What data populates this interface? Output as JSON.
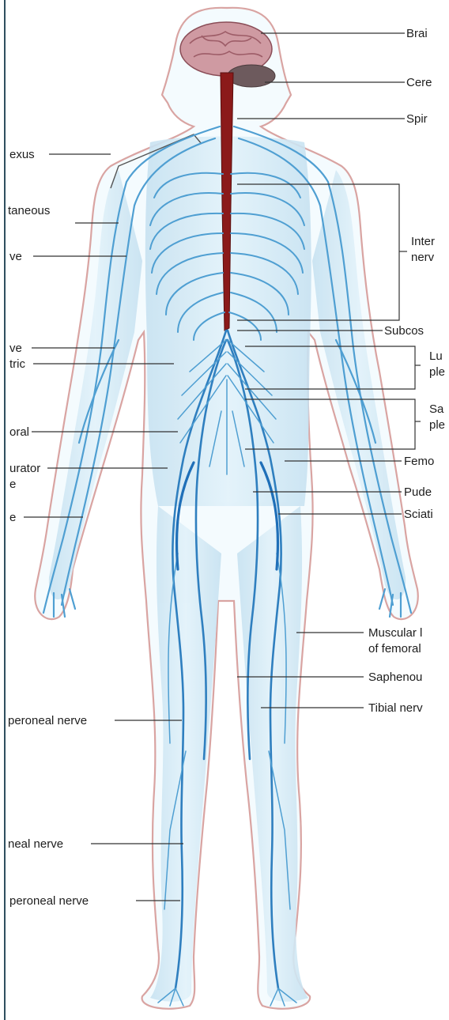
{
  "colors": {
    "nerve": "#4f9fd2",
    "nerve_dark": "#2f7fbf",
    "body_fill": "#d6ecf6",
    "body_outline": "#d9a4a2",
    "spinal_cord": "#8b1a1a",
    "brain": "#cf9aa2",
    "leader_line": "#333333"
  },
  "labels": {
    "right": {
      "brain": "Brai",
      "cerebellum": "Cere",
      "spinal_cord": "Spir",
      "intercostal_1": "Inter",
      "intercostal_2": "nerv",
      "subcostal": "Subcos",
      "lumbar_1": "Lu",
      "lumbar_2": "ple",
      "sacral_1": "Sa",
      "sacral_2": "ple",
      "femoral": "Femo",
      "pudendal": "Pude",
      "sciatic": "Sciati",
      "muscular_1": "Muscular l",
      "muscular_2": "of femoral",
      "saphenous": "Saphenou",
      "tibial": "Tibial nerv"
    },
    "left": {
      "plexus": "exus",
      "cutaneous": "taneous",
      "ve_1": "ve",
      "ve_2": "ve",
      "tric": "tric",
      "oral": "oral",
      "urator_1": "urator",
      "urator_2": "e",
      "ve_3": "e",
      "peroneal_1": "peroneal nerve",
      "peroneal_2": "neal nerve",
      "peroneal_3": "peroneal nerve"
    }
  }
}
